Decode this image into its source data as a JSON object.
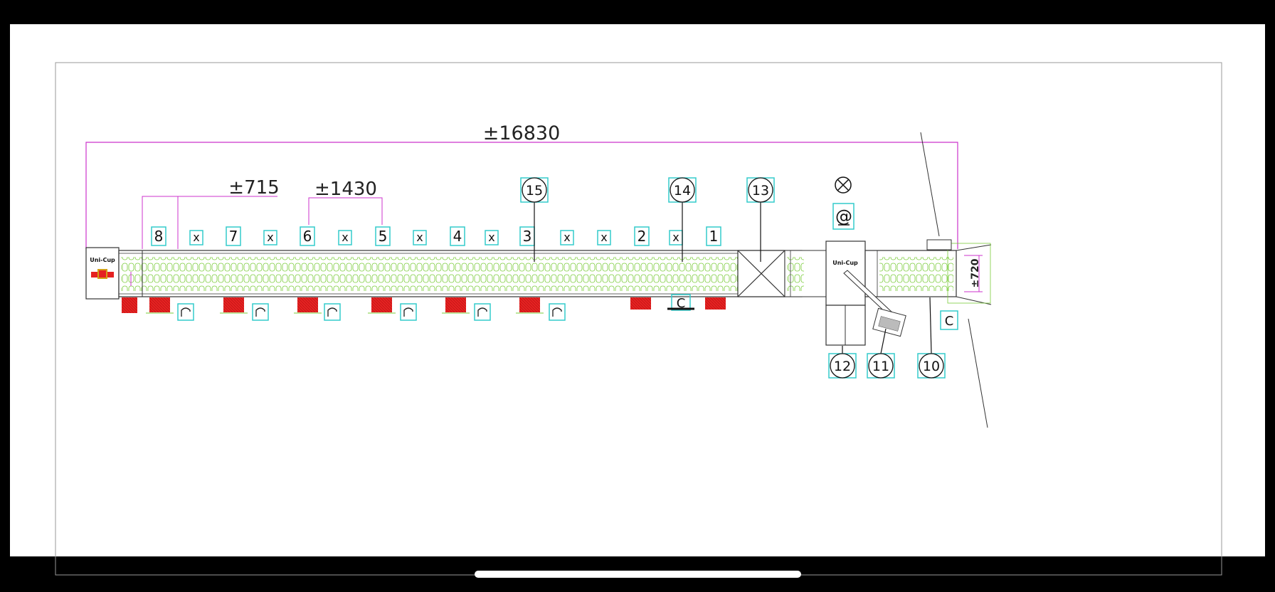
{
  "drawing": {
    "dimensions": {
      "overall": "±16830",
      "spacing_a": "±715",
      "spacing_b": "±1430",
      "width": "±720"
    },
    "logo_text": "Uni-Cup",
    "station_labels": [
      "8",
      "x",
      "7",
      "x",
      "6",
      "x",
      "5",
      "x",
      "4",
      "x",
      "3",
      "x",
      "x",
      "2",
      "x",
      "1"
    ],
    "callouts": [
      "15",
      "14",
      "13",
      "12",
      "11",
      "10"
    ],
    "symbols": {
      "at": "@",
      "bin_1": "C",
      "bin_2": "C"
    },
    "colors": {
      "outline": "#333333",
      "dimension": "#cc33cc",
      "highlight": "#33cccc",
      "conveyor_grid": "#7acc3a",
      "station_block": "#e52222"
    }
  }
}
